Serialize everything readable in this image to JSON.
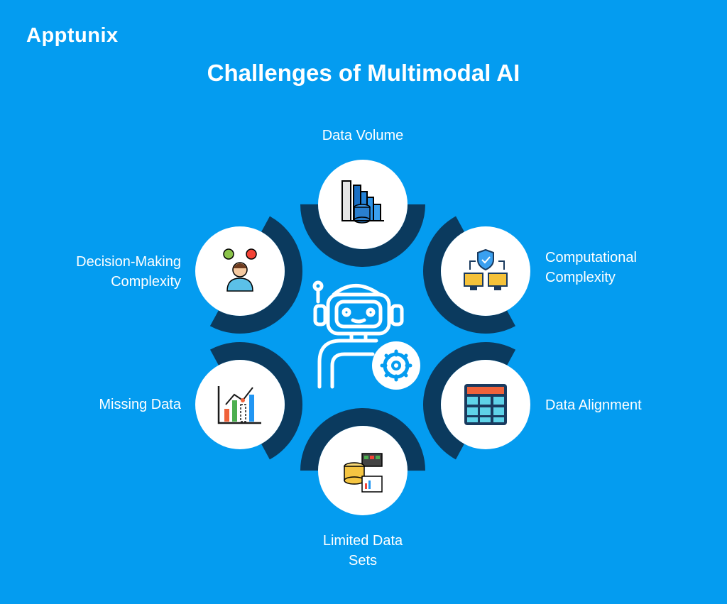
{
  "brand": "Apptunix",
  "title": "Challenges of Multimodal AI",
  "colors": {
    "background": "#049cf0",
    "arc": "#0b3a5e",
    "node": "#ffffff"
  },
  "center_icon": "robot-gear-icon",
  "nodes": [
    {
      "label": "Data Volume",
      "icon": "bar-chart-database-icon"
    },
    {
      "label": "Computational\nComplexity",
      "icon": "shield-computers-icon"
    },
    {
      "label": "Data Alignment",
      "icon": "table-grid-icon"
    },
    {
      "label": "Limited Data\nSets",
      "icon": "database-table-icon"
    },
    {
      "label": "Missing Data",
      "icon": "chart-missing-bar-icon"
    },
    {
      "label": "Decision-Making\nComplexity",
      "icon": "person-decision-icon"
    }
  ]
}
